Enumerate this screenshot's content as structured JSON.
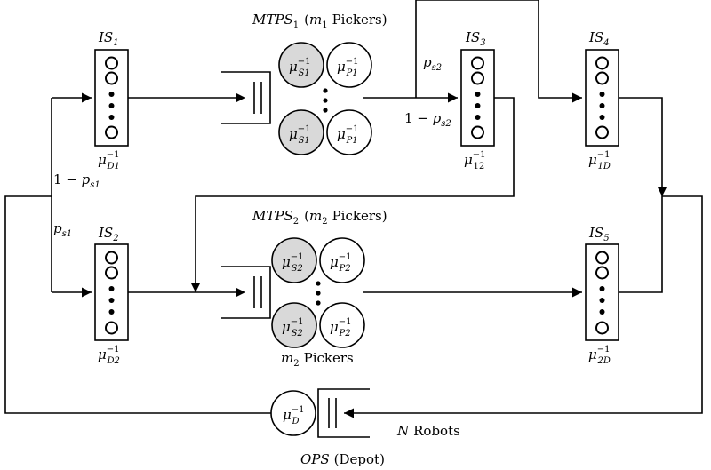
{
  "stations": {
    "is1": {
      "name": "IS",
      "sub": "1",
      "rate_sym": "μ",
      "rate_sup": "−1",
      "rate_sub": "D1"
    },
    "is2": {
      "name": "IS",
      "sub": "2",
      "rate_sym": "μ",
      "rate_sup": "−1",
      "rate_sub": "D2"
    },
    "is3": {
      "name": "IS",
      "sub": "3",
      "rate_sym": "μ",
      "rate_sup": "−1",
      "rate_sub": "12"
    },
    "is4": {
      "name": "IS",
      "sub": "4",
      "rate_sym": "μ",
      "rate_sup": "−1",
      "rate_sub": "1D"
    },
    "is5": {
      "name": "IS",
      "sub": "5",
      "rate_sym": "μ",
      "rate_sup": "−1",
      "rate_sub": "2D"
    }
  },
  "mtps1": {
    "title_main": "MTPS",
    "title_sub": "1",
    "title_paren_open": "(",
    "title_m": "m",
    "title_m_sub": "1",
    "title_rest": "Pickers)",
    "server_s": {
      "sym": "μ",
      "sup": "−1",
      "sub": "S1"
    },
    "server_p": {
      "sym": "μ",
      "sup": "−1",
      "sub": "P1"
    }
  },
  "mtps2": {
    "title_main": "MTPS",
    "title_sub": "2",
    "title_paren_open": "(",
    "title_m": "m",
    "title_m_sub": "2",
    "title_rest": "Pickers)",
    "server_s": {
      "sym": "μ",
      "sup": "−1",
      "sub": "S2"
    },
    "server_p": {
      "sym": "μ",
      "sup": "−1",
      "sub": "P2"
    },
    "bottom_label_m": "m",
    "bottom_label_sub": "2",
    "bottom_label_rest": "Pickers"
  },
  "ops": {
    "name": "OPS",
    "suffix": "(Depot)",
    "server": {
      "sym": "μ",
      "sup": "−1",
      "sub": "D"
    },
    "robots_n": "N",
    "robots_rest": "Robots"
  },
  "probabilities": {
    "ps1": {
      "p": "p",
      "sub": "s1"
    },
    "one_minus_ps1": {
      "prefix": "1 − ",
      "p": "p",
      "sub": "s1"
    },
    "ps2": {
      "p": "p",
      "sub": "s2"
    },
    "one_minus_ps2": {
      "prefix": "1 − ",
      "p": "p",
      "sub": "s2"
    }
  },
  "colors": {
    "line": "#000000",
    "shaded_server": "#d9d9d9",
    "open_server": "#ffffff"
  }
}
